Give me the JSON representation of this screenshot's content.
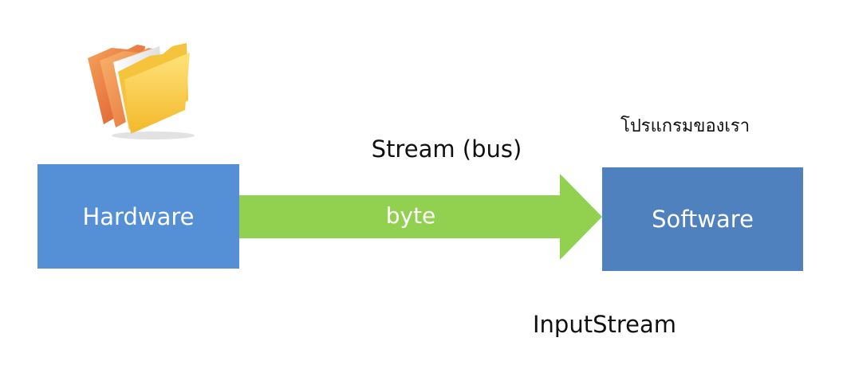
{
  "diagram": {
    "hardware": {
      "label": "Hardware",
      "color": "#5590d6"
    },
    "software": {
      "label": "Software",
      "color": "#4e81bd"
    },
    "arrow": {
      "label": "byte",
      "color": "#92d050"
    },
    "stream_label": "Stream (bus)",
    "program_label": "โปรแกรมของเรา",
    "input_stream_label": "InputStream",
    "folder_icon": "folder-icon"
  }
}
